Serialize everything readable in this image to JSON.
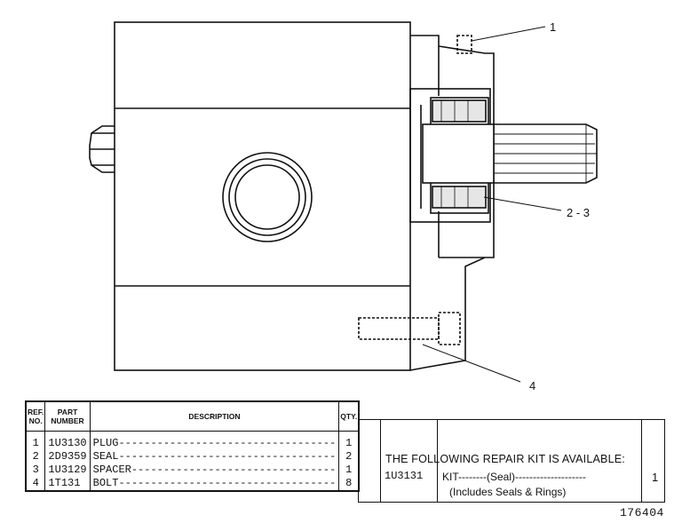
{
  "callouts": [
    "1",
    "2 - 3",
    "4"
  ],
  "parts_table": {
    "headers": {
      "ref": [
        "REF.",
        "NO."
      ],
      "part": [
        "PART",
        "NUMBER"
      ],
      "description": "DESCRIPTION",
      "qty": "QTY."
    },
    "rows": [
      {
        "ref": "1",
        "part": "1U3130",
        "desc": "PLUG----------------------------------",
        "qty": "1"
      },
      {
        "ref": "2",
        "part": "2D9359",
        "desc": "SEAL----------------------------------",
        "qty": "2"
      },
      {
        "ref": "3",
        "part": "1U3129",
        "desc": "SPACER--------------------------------",
        "qty": "1"
      },
      {
        "ref": "4",
        "part": "1T131",
        "desc": "BOLT----------------------------------",
        "qty": "8"
      }
    ]
  },
  "repair_kit": {
    "heading": "THE FOLLOWING REPAIR KIT IS AVAILABLE:",
    "part_number": "1U3131",
    "description": "KIT--------(Seal)--------------------",
    "includes": "(Includes Seals &   Rings)",
    "qty": "1"
  },
  "figure_code": "176404"
}
